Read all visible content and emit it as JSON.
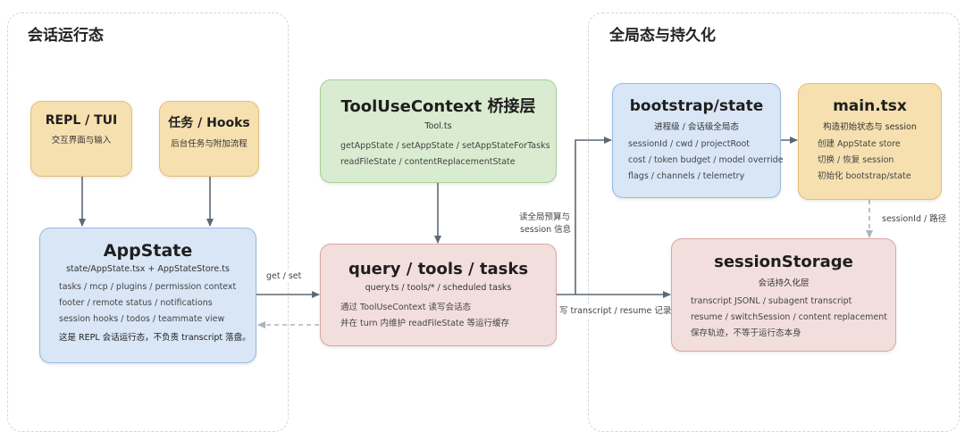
{
  "groups": {
    "session_runtime": "会话运行态",
    "global_persist": "全局态与持久化"
  },
  "repl_tui": {
    "title": "REPL / TUI",
    "sub": "交互界面与输入"
  },
  "tasks_hooks": {
    "title": "任务 / Hooks",
    "sub": "后台任务与附加流程"
  },
  "appstate": {
    "title": "AppState",
    "sub": "state/AppState.tsx + AppStateStore.ts",
    "lines": [
      "tasks / mcp / plugins / permission context",
      "footer / remote status / notifications",
      "session hooks / todos / teammate view"
    ],
    "note": "这是 REPL 会话运行态，不负责 transcript 落盘。"
  },
  "toolusecontext": {
    "title": "ToolUseContext 桥接层",
    "sub": "Tool.ts",
    "lines": [
      "getAppState / setAppState / setAppStateForTasks",
      "readFileState / contentReplacementState"
    ]
  },
  "query": {
    "title": "query / tools / tasks",
    "sub": "query.ts / tools/* / scheduled tasks",
    "lines": [
      "通过 ToolUseContext 读写会话态",
      "并在 turn 内维护 readFileState 等运行缓存"
    ]
  },
  "bootstrap": {
    "title": "bootstrap/state",
    "sub": "进程级 / 会话级全局态",
    "lines": [
      "sessionId / cwd / projectRoot",
      "cost / token budget / model override",
      "flags / channels / telemetry"
    ]
  },
  "main": {
    "title": "main.tsx",
    "sub": "构造初始状态与 session",
    "lines": [
      "创建 AppState store",
      "切换 / 恢复 session",
      "初始化 bootstrap/state"
    ]
  },
  "storage": {
    "title": "sessionStorage",
    "sub": "会话持久化层",
    "lines": [
      "transcript JSONL / subagent transcript",
      "resume / switchSession / content replacement",
      "保存轨迹，不等于运行态本身"
    ]
  },
  "edge_labels": {
    "get_set": "get / set",
    "read_budget_1": "读全局预算与",
    "read_budget_2": "session 信息",
    "write_transcript": "写 transcript / resume 记录",
    "session_path": "sessionId / 路径"
  },
  "colors": {
    "yellow": "#f6e0b0",
    "green": "#d9ebd0",
    "blue": "#d8e6f6",
    "pink": "#f3dede",
    "arrow": "#5d6874",
    "dashed_arrow": "#a8b4c0"
  }
}
